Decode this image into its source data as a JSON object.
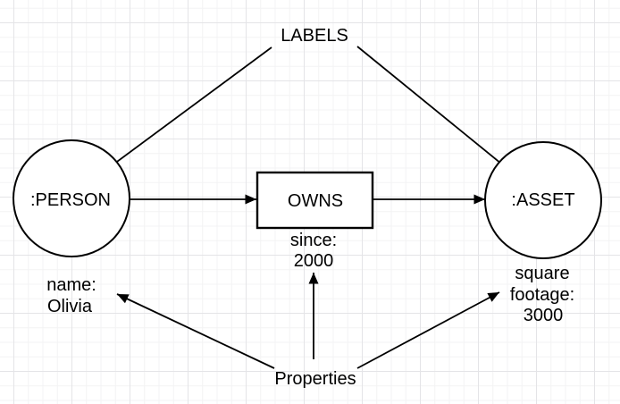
{
  "diagram": {
    "labels_annotation": "LABELS",
    "properties_annotation": "Properties",
    "person_node": {
      "label": ":PERSON",
      "props": [
        "name:",
        "Olivia"
      ]
    },
    "asset_node": {
      "label": ":ASSET",
      "props": [
        "square",
        "footage:",
        "3000"
      ]
    },
    "owns_relationship": {
      "label": "OWNS",
      "props": [
        "since:",
        "2000"
      ]
    }
  },
  "colors": {
    "background": "#ffffff",
    "shape_fill": "#ffffff",
    "stroke": "#000000",
    "text": "#000000",
    "grid_minor": "#f3f3f4",
    "grid_major": "#e4e4e7"
  }
}
